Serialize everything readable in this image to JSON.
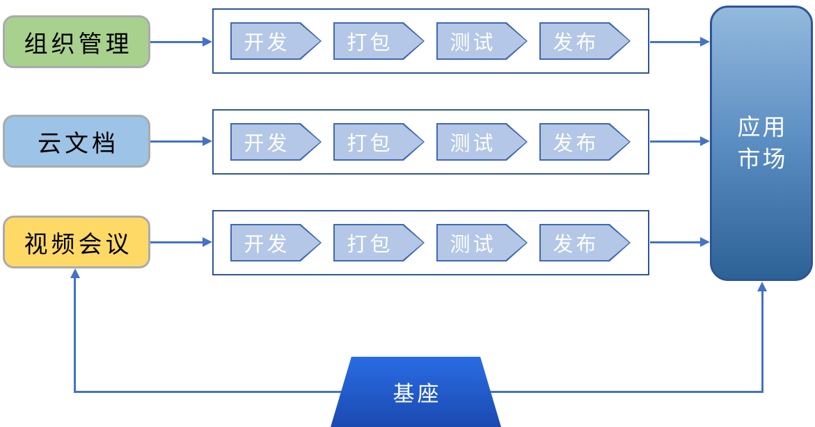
{
  "diagram": {
    "background": "#ffffff",
    "colors": {
      "arrow": "#4472c4",
      "pipeline_border": "#2f5597",
      "chevron_fill": "#b4c7e7",
      "chevron_border": "#4068ae",
      "chevron_text": "#ffffff",
      "source_org_fill": "#a9d18e",
      "source_docs_fill": "#9dc3e6",
      "source_meeting_fill": "#ffd966",
      "source_border": "#a9abae",
      "market_gradient_top": "#93b9dd",
      "market_gradient_bottom": "#2d6296",
      "market_border": "#2f5496",
      "base_gradient_top": "#2a6ce4",
      "base_gradient_bottom": "#1b4ab0"
    },
    "sources": [
      {
        "label": "组织管理"
      },
      {
        "label": "云文档"
      },
      {
        "label": "视频会议"
      }
    ],
    "pipeline": {
      "stages": [
        "开发",
        "打包",
        "测试",
        "发布"
      ]
    },
    "market": {
      "lines": [
        "应用",
        "市场"
      ]
    },
    "base": {
      "label": "基座"
    }
  }
}
